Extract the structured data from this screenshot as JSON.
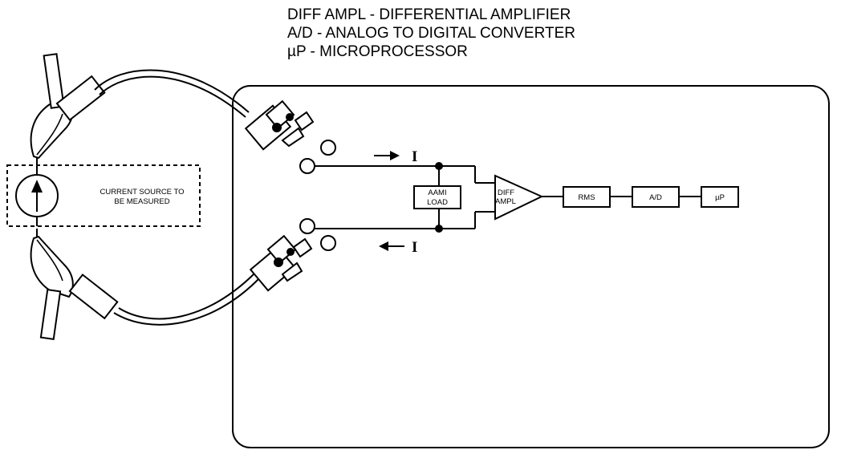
{
  "legend": [
    "DIFF AMPL - DIFFERENTIAL AMPLIFIER",
    "A/D - ANALOG TO DIGITAL CONVERTER",
    "µP - MICROPROCESSOR"
  ],
  "source": {
    "line1": "CURRENT SOURCE TO",
    "line2": "BE MEASURED"
  },
  "load": {
    "line1": "AAMI",
    "line2": "LOAD"
  },
  "amplifier": {
    "line1": "DIFF",
    "line2": "AMPL"
  },
  "blocks": {
    "rms": "RMS",
    "ad": "A/D",
    "up": "µP"
  },
  "current": {
    "top": "I",
    "bottom": "I"
  }
}
